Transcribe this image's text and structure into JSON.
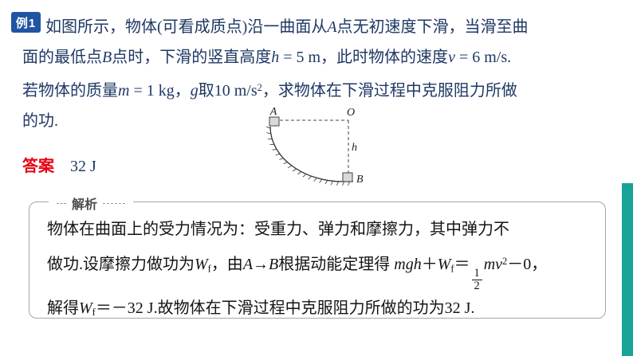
{
  "badge": {
    "label": "例1"
  },
  "problem": {
    "lines": [
      [
        {
          "t": "如图所示，物体(可看成质点)沿一曲面从"
        },
        {
          "t": "A",
          "i": 1
        },
        {
          "t": "点无初速度下滑，当滑至曲"
        }
      ],
      [
        {
          "t": "面的最低点"
        },
        {
          "t": "B",
          "i": 1
        },
        {
          "t": "点时，下滑的竖直高度"
        },
        {
          "t": "h",
          "i": 1
        },
        {
          "t": " = 5 m，此时物体的速度"
        },
        {
          "t": "v",
          "i": 1
        },
        {
          "t": " = 6 m/s."
        }
      ],
      [
        {
          "t": "若物体的质量"
        },
        {
          "t": "m",
          "i": 1
        },
        {
          "t": " = 1 kg，"
        },
        {
          "t": "g",
          "i": 1
        },
        {
          "t": "取10 m/s"
        },
        {
          "t": "2",
          "sup": 1
        },
        {
          "t": "，求物体在下滑过程中克服阻力所做"
        }
      ],
      [
        {
          "t": "的功."
        }
      ]
    ]
  },
  "figure": {
    "labels": {
      "a": "A",
      "o": "O",
      "b": "B",
      "h": "h"
    }
  },
  "answer": {
    "label": "答案",
    "value": "32 J"
  },
  "analysis": {
    "title": "解析",
    "lines": [
      [
        {
          "t": "物体在曲面上的受力情况为：受重力、弹力和摩擦力，其中弹力不"
        }
      ],
      [
        {
          "t": "做功.设摩擦力做功为"
        },
        {
          "t": "W",
          "i": 1
        },
        {
          "t": "f",
          "sub": 1
        },
        {
          "t": "，由"
        },
        {
          "t": "A",
          "i": 1
        },
        {
          "t": "→"
        },
        {
          "t": "B",
          "i": 1
        },
        {
          "t": "根据动能定理得 "
        },
        {
          "t": "mgh",
          "i": 1
        },
        {
          "t": "＋"
        },
        {
          "t": "W",
          "i": 1
        },
        {
          "t": "f",
          "sub": 1
        },
        {
          "t": "＝"
        },
        {
          "frac": [
            "1",
            "2"
          ]
        },
        {
          "t": "mv",
          "i": 1
        },
        {
          "t": "2",
          "sup": 1
        },
        {
          "t": "－0，"
        }
      ],
      [
        {
          "t": "解得"
        },
        {
          "t": "W",
          "i": 1
        },
        {
          "t": "f",
          "sub": 1
        },
        {
          "t": "＝－32 J.故物体在下滑过程中克服阻力所做的功为32 J."
        }
      ]
    ]
  },
  "colors": {
    "text_blue": "#1f3864",
    "badge_blue": "#2155a3",
    "answer_red": "#e60012",
    "teal_bar": "#17a398"
  }
}
